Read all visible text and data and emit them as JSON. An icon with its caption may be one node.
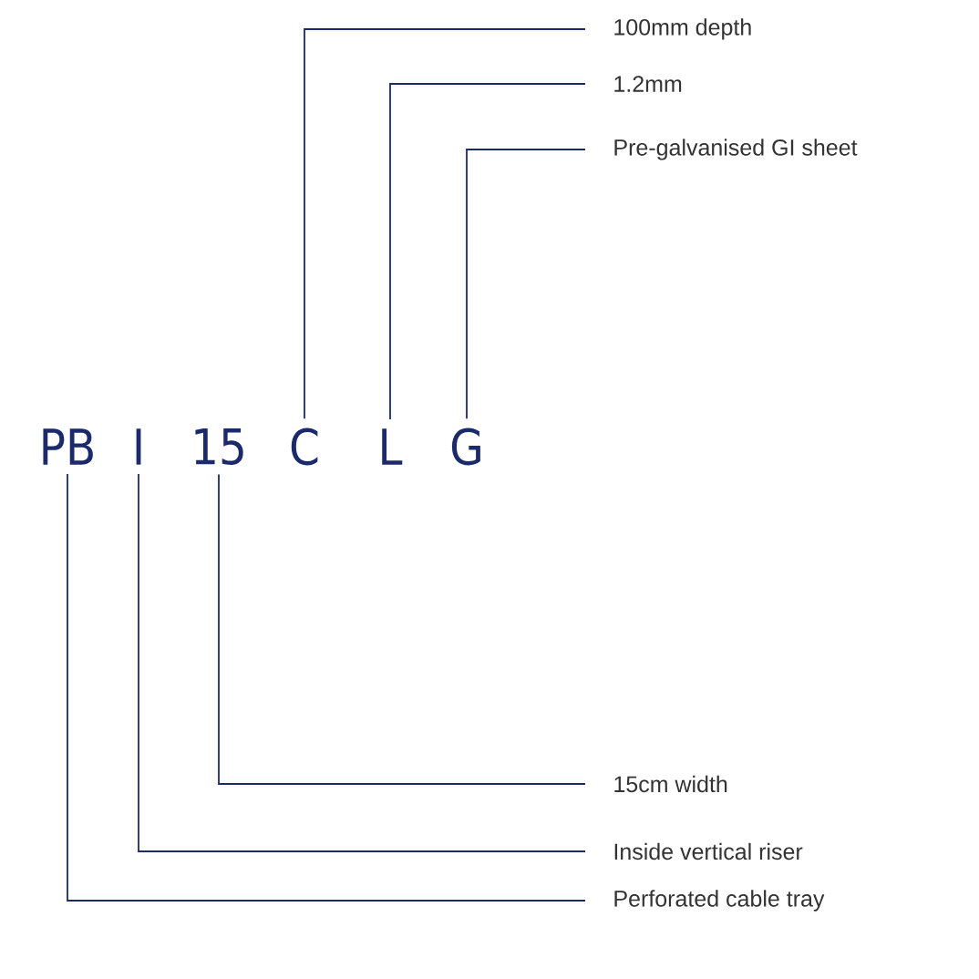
{
  "diagram": {
    "nodes": [
      {
        "text": [
          "100mm depth"
        ]
      },
      {
        "text": [
          "1.2mm"
        ]
      },
      {
        "text": [
          "Pre-galvanised GI sheet"
        ]
      },
      {
        "text": [
          "PB"
        ]
      },
      {
        "text": [
          "I"
        ]
      },
      {
        "text": [
          "15"
        ]
      },
      {
        "text": [
          "C"
        ]
      },
      {
        "text": [
          "L"
        ]
      },
      {
        "text": [
          "G"
        ]
      },
      {
        "text": [
          "15cm width"
        ]
      },
      {
        "text": [
          "Inside vertical riser"
        ]
      },
      {
        "text": [
          "Perforated cable tray"
        ]
      }
    ],
    "edges": [
      {
        "from": 6,
        "to": 0,
        "arrow": "none"
      },
      {
        "from": 7,
        "to": 1,
        "arrow": "none"
      },
      {
        "from": 8,
        "to": 2,
        "arrow": "none"
      },
      {
        "from": 5,
        "to": 9,
        "arrow": "none"
      },
      {
        "from": 4,
        "to": 10,
        "arrow": "none"
      },
      {
        "from": 3,
        "to": 11,
        "arrow": "none"
      }
    ]
  }
}
